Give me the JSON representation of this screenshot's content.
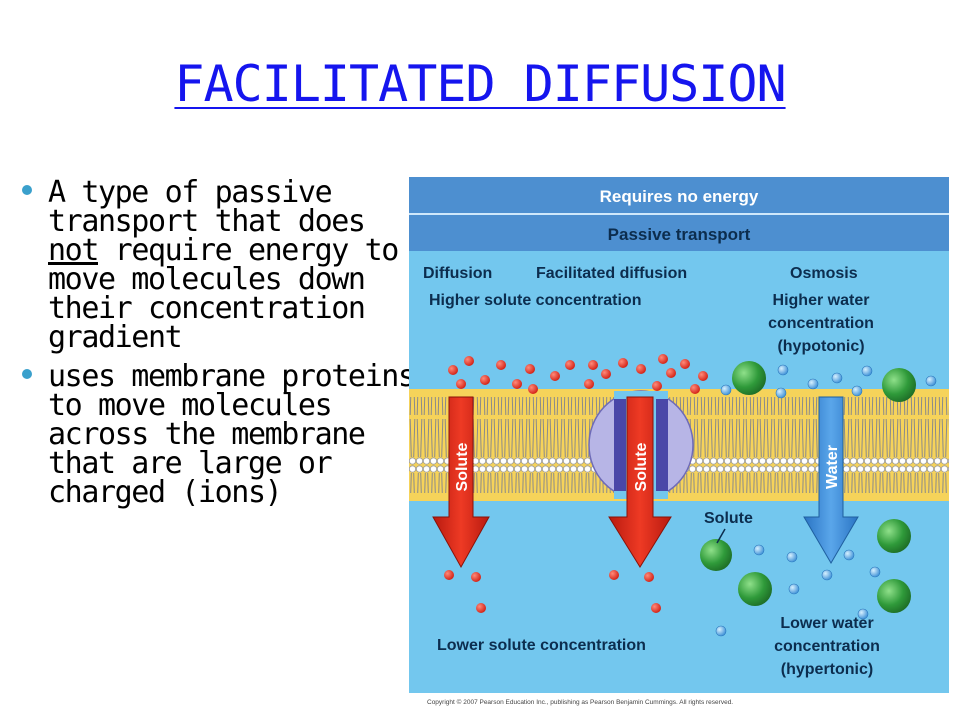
{
  "slide": {
    "title": "FACILITATED DIFFUSION",
    "bullets": [
      {
        "before": "A type of passive transport that does ",
        "emphasis": "not",
        "after": " require energy to move molecules down their concentration gradient"
      },
      {
        "before": "uses membrane proteins to move molecules across the membrane that are large or charged (ions)",
        "emphasis": "",
        "after": ""
      }
    ]
  },
  "diagram": {
    "banner_top": "Requires no energy",
    "banner_mid": "Passive transport",
    "col_diffusion": "Diffusion",
    "col_facilitated": "Facilitated diffusion",
    "col_osmosis": "Osmosis",
    "higher_solute": "Higher solute concentration",
    "higher_water_1": "Higher water",
    "higher_water_2": "concentration",
    "higher_water_3": "(hypotonic)",
    "arrow_solute_1": "Solute",
    "arrow_solute_2": "Solute",
    "arrow_water": "Water",
    "solute_label": "Solute",
    "lower_solute": "Lower solute concentration",
    "lower_water_1": "Lower water",
    "lower_water_2": "concentration",
    "lower_water_3": "(hypertonic)",
    "copyright": "Copyright © 2007 Pearson Education Inc., publishing as Pearson Benjamin Cummings. All rights reserved.",
    "colors": {
      "banner": "#4d8fd0",
      "background": "#73c7ee",
      "membrane": "#f6d35a",
      "solute_red": "#e0281b",
      "water_arrow": "#3f8fda",
      "protein": "#b7b5e6",
      "green_solute": "#2f9a3a"
    }
  }
}
